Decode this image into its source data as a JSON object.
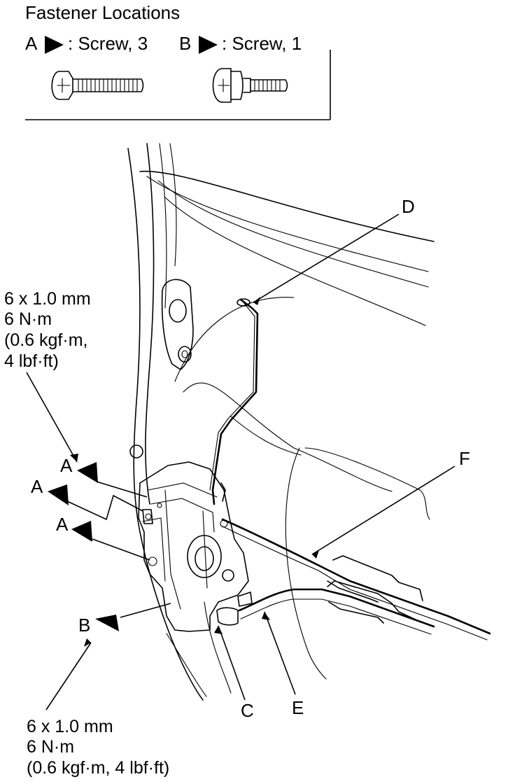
{
  "legend": {
    "title": "Fastener Locations",
    "item_a_letter": "A",
    "item_a_text": ": Screw, 3",
    "item_b_letter": "B",
    "item_b_text": ": Screw, 1"
  },
  "callouts": {
    "d": "D",
    "f": "F",
    "c": "C",
    "e": "E",
    "a1": "A",
    "a2": "A",
    "a3": "A",
    "b": "B"
  },
  "spec_upper": {
    "line1": "6 x 1.0 mm",
    "line2": "6 N·m",
    "line3": "(0.6 kgf·m,",
    "line4": "4 lbf·ft)"
  },
  "spec_lower": {
    "line1": "6 x 1.0 mm",
    "line2": "6 N·m",
    "line3": "(0.6 kgf·m, 4 lbf·ft)"
  }
}
